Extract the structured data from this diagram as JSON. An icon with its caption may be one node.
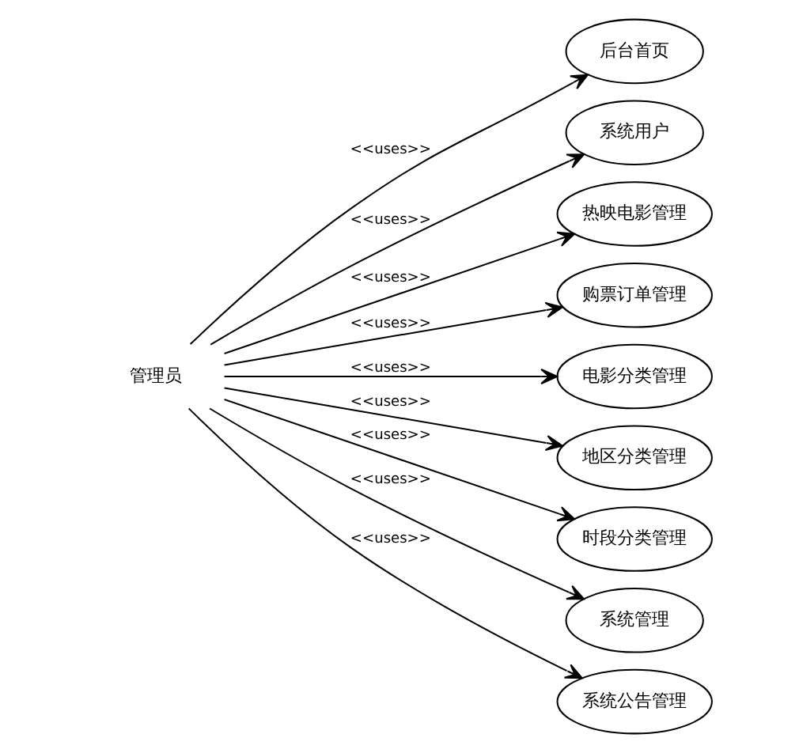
{
  "diagram": {
    "nodes": [
      {
        "text": [
          "管理员"
        ]
      },
      {
        "text": [
          "后台首页"
        ]
      },
      {
        "text": [
          "系统用户"
        ]
      },
      {
        "text": [
          "热映电影管理"
        ]
      },
      {
        "text": [
          "购票订单管理"
        ]
      },
      {
        "text": [
          "电影分类管理"
        ]
      },
      {
        "text": [
          "地区分类管理"
        ]
      },
      {
        "text": [
          "时段分类管理"
        ]
      },
      {
        "text": [
          "系统管理"
        ]
      },
      {
        "text": [
          "系统公告管理"
        ]
      }
    ],
    "edges": [
      {
        "from": 0,
        "to": 1,
        "arrow": "to",
        "label": "<<uses>>"
      },
      {
        "from": 0,
        "to": 2,
        "arrow": "to",
        "label": "<<uses>>"
      },
      {
        "from": 0,
        "to": 3,
        "arrow": "to",
        "label": "<<uses>>"
      },
      {
        "from": 0,
        "to": 4,
        "arrow": "to",
        "label": "<<uses>>"
      },
      {
        "from": 0,
        "to": 5,
        "arrow": "to",
        "label": "<<uses>>"
      },
      {
        "from": 0,
        "to": 6,
        "arrow": "to",
        "label": "<<uses>>"
      },
      {
        "from": 0,
        "to": 7,
        "arrow": "to",
        "label": "<<uses>>"
      },
      {
        "from": 0,
        "to": 8,
        "arrow": "to",
        "label": "<<uses>>"
      },
      {
        "from": 0,
        "to": 9,
        "arrow": "to",
        "label": "<<uses>>"
      }
    ]
  }
}
